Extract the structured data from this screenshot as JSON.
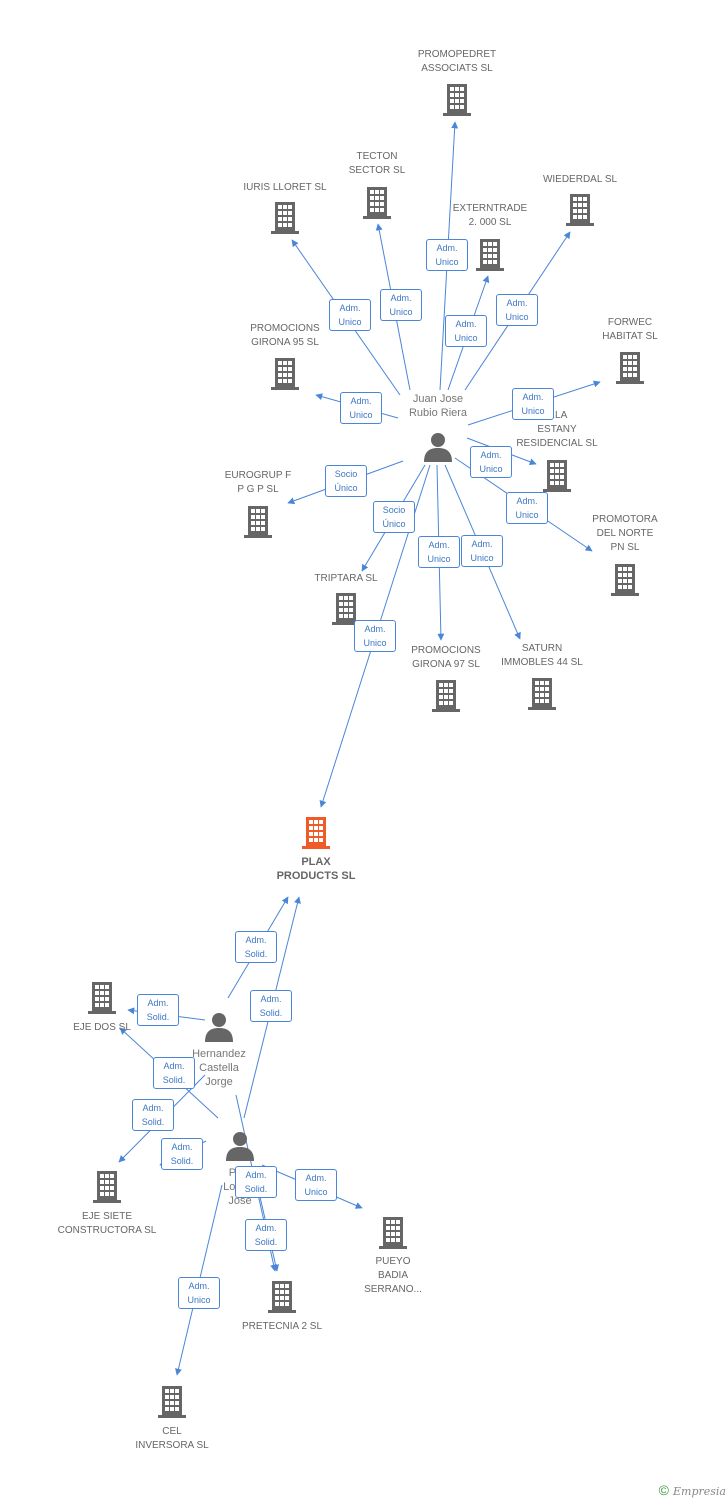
{
  "colors": {
    "edge": "#4a86d8",
    "node": "#666666",
    "focal": "#f05a28",
    "badge_border": "#4a86d8",
    "badge_text": "#3d77c4"
  },
  "nodes": [
    {
      "id": "promopedret",
      "type": "company",
      "label": "PROMOPEDRET\nASSOCIATS  SL",
      "icon": "building-icon"
    },
    {
      "id": "tecton",
      "type": "company",
      "label": "TECTON\nSECTOR SL",
      "icon": "building-icon"
    },
    {
      "id": "iuris",
      "type": "company",
      "label": "IURIS LLORET SL",
      "icon": "building-icon"
    },
    {
      "id": "externtrade",
      "type": "company",
      "label": "EXTERNTRADE\n2. 000 SL",
      "icon": "building-icon"
    },
    {
      "id": "wiederdal",
      "type": "company",
      "label": "WIEDERDAL SL",
      "icon": "building-icon"
    },
    {
      "id": "forwec",
      "type": "company",
      "label": "FORWEC\nHABITAT SL",
      "icon": "building-icon"
    },
    {
      "id": "promocions95",
      "type": "company",
      "label": "PROMOCIONS\nGIRONA 95 SL",
      "icon": "building-icon"
    },
    {
      "id": "estany",
      "type": "company",
      "label": "...LA\nESTANY\nRESIDENCIAL SL",
      "icon": "building-icon"
    },
    {
      "id": "eurogrup",
      "type": "company",
      "label": "EUROGRUP F\nP G P SL",
      "icon": "building-icon"
    },
    {
      "id": "promotora",
      "type": "company",
      "label": "PROMOTORA\nDEL NORTE\nPN SL",
      "icon": "building-icon"
    },
    {
      "id": "triptara",
      "type": "company",
      "label": "TRIPTARA SL",
      "icon": "building-icon"
    },
    {
      "id": "promocions97",
      "type": "company",
      "label": "PROMOCIONS\nGIRONA 97 SL",
      "icon": "building-icon"
    },
    {
      "id": "saturn",
      "type": "company",
      "label": "SATURN\nIMMOBLES 44 SL",
      "icon": "building-icon"
    },
    {
      "id": "plax",
      "type": "focal",
      "label": "PLAX\nPRODUCTS SL",
      "icon": "building-icon"
    },
    {
      "id": "ejedos",
      "type": "company",
      "label": "EJE DOS SL",
      "icon": "building-icon"
    },
    {
      "id": "ejesiete",
      "type": "company",
      "label": "EJE SIETE\nCONSTRUCTORA SL",
      "icon": "building-icon"
    },
    {
      "id": "pueyo",
      "type": "company",
      "label": "PUEYO\nBADIA\nSERRANO...",
      "icon": "building-icon"
    },
    {
      "id": "pretecnia",
      "type": "company",
      "label": "PRETECNIA 2 SL",
      "icon": "building-icon"
    },
    {
      "id": "cel",
      "type": "company",
      "label": "CEL\nINVERSORA SL",
      "icon": "building-icon"
    },
    {
      "id": "juan",
      "type": "person",
      "label": "Juan Jose\nRubio Riera",
      "icon": "person-icon"
    },
    {
      "id": "hernandez",
      "type": "person",
      "label": "Hernandez\nCastella\nJorge",
      "icon": "person-icon"
    },
    {
      "id": "pueyojose",
      "type": "person",
      "label": "Pu...\nLope...\nJose",
      "icon": "person-icon"
    }
  ],
  "edges": [
    {
      "from": "juan",
      "to": "promopedret",
      "role": "Adm.\nUnico"
    },
    {
      "from": "juan",
      "to": "tecton",
      "role": "Adm.\nUnico"
    },
    {
      "from": "juan",
      "to": "iuris",
      "role": "Adm.\nUnico"
    },
    {
      "from": "juan",
      "to": "externtrade",
      "role": "Adm.\nUnico"
    },
    {
      "from": "juan",
      "to": "wiederdal",
      "role": "Adm.\nUnico"
    },
    {
      "from": "juan",
      "to": "forwec",
      "role": "Adm.\nUnico"
    },
    {
      "from": "juan",
      "to": "promocions95",
      "role": "Adm.\nUnico"
    },
    {
      "from": "juan",
      "to": "estany",
      "role": "Adm.\nUnico"
    },
    {
      "from": "juan",
      "to": "eurogrup",
      "role": "Socio\nÚnico"
    },
    {
      "from": "juan",
      "to": "promotora",
      "role": "Adm.\nUnico"
    },
    {
      "from": "juan",
      "to": "triptara",
      "role": "Socio\nÚnico"
    },
    {
      "from": "juan",
      "to": "promocions97",
      "role": "Adm.\nUnico"
    },
    {
      "from": "juan",
      "to": "saturn",
      "role": "Adm.\nUnico"
    },
    {
      "from": "juan",
      "to": "plax",
      "role": "Adm.\nUnico"
    },
    {
      "from": "hernandez",
      "to": "plax",
      "role": "Adm.\nSolid."
    },
    {
      "from": "pueyojose",
      "to": "plax",
      "role": "Adm.\nSolid."
    },
    {
      "from": "hernandez",
      "to": "ejedos",
      "role": "Adm.\nSolid."
    },
    {
      "from": "pueyojose",
      "to": "ejedos",
      "role": "Adm.\nSolid."
    },
    {
      "from": "hernandez",
      "to": "ejesiete",
      "role": "Adm.\nSolid."
    },
    {
      "from": "pueyojose",
      "to": "ejesiete",
      "role": "Adm.\nSolid."
    },
    {
      "from": "hernandez",
      "to": "pretecnia",
      "role": "Adm.\nSolid."
    },
    {
      "from": "pueyojose",
      "to": "pretecnia",
      "role": "Adm.\nSolid."
    },
    {
      "from": "pueyojose",
      "to": "pueyo",
      "role": "Adm.\nUnico"
    },
    {
      "from": "pueyojose",
      "to": "cel",
      "role": "Adm.\nUnico"
    }
  ],
  "footer": {
    "copyright": "©",
    "brand": "Empresia"
  }
}
